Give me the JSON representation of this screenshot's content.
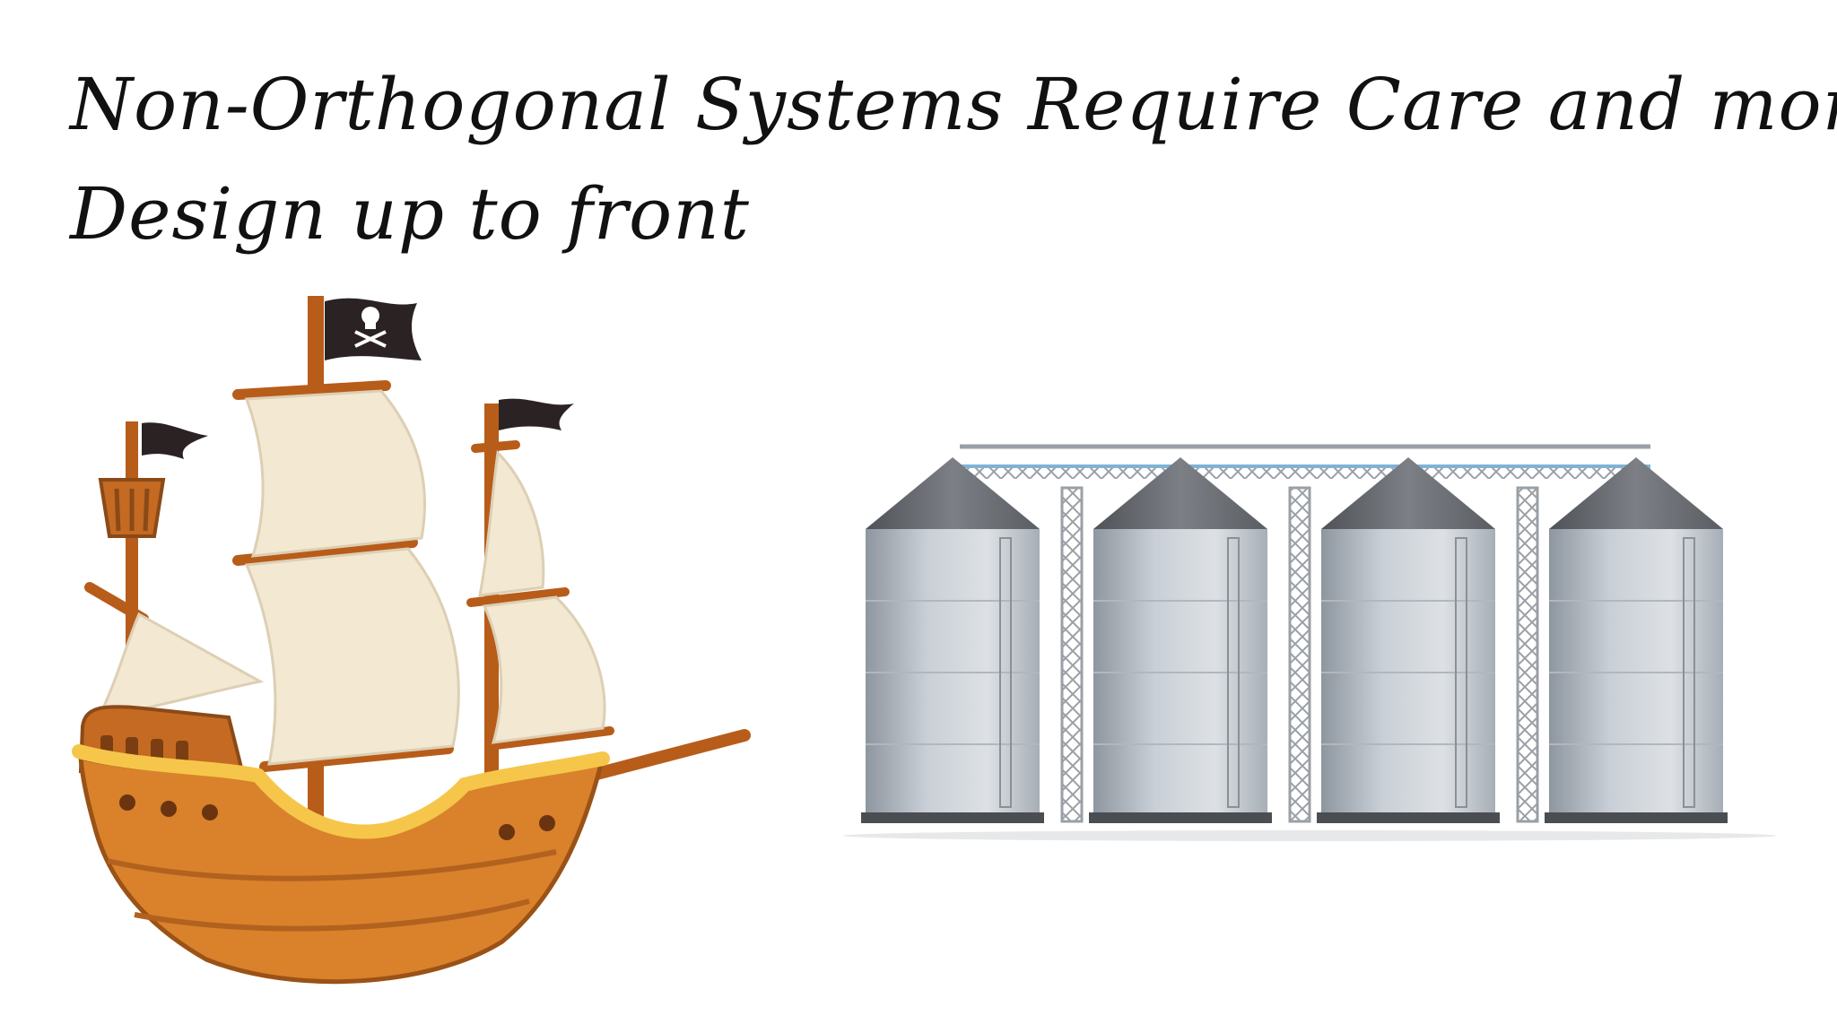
{
  "slide": {
    "title_line_1": "Non-Orthogonal Systems Require Care and more",
    "title_line_2": "Design up to front"
  },
  "illustrations": {
    "ship": {
      "icon": "pirate-ship-icon",
      "hull_color": "#D9822B",
      "trim_color": "#F6C64A",
      "sail_color": "#F3E8D2",
      "mast_color": "#B85C1A",
      "flag_color": "#2B2323"
    },
    "silos": {
      "icon": "grain-silos-icon",
      "count": 4,
      "body_color": "#B9C0C8",
      "roof_color": "#6B6E73",
      "frame_color": "#9AA0A6",
      "pipe_color": "#7FB3D5"
    }
  }
}
